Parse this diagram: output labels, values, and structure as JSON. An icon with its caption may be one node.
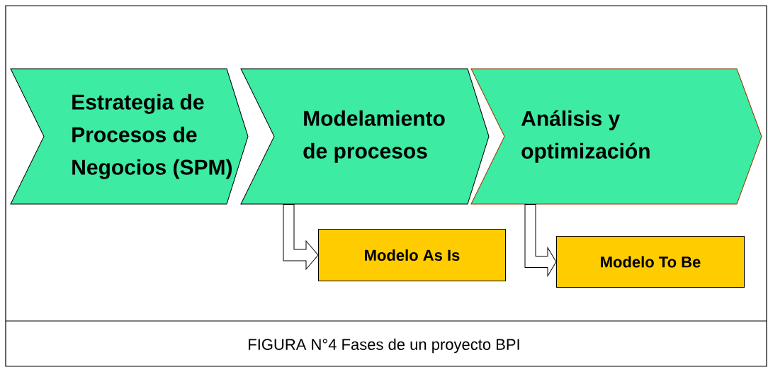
{
  "diagram": {
    "caption": "FIGURA N°4  Fases de un proyecto BPI",
    "nodes": [
      {
        "text": [
          "Estrategia de Procesos de Negocios (SPM)"
        ]
      },
      {
        "text": [
          "Modelamiento de procesos"
        ]
      },
      {
        "text": [
          "Análisis y optimización"
        ]
      },
      {
        "text": [
          "Modelo As Is"
        ]
      },
      {
        "text": [
          "Modelo To Be"
        ]
      }
    ],
    "edges": [
      {
        "from": 1,
        "to": 3,
        "arrow": "to"
      },
      {
        "from": 2,
        "to": 4,
        "arrow": "to"
      }
    ]
  }
}
